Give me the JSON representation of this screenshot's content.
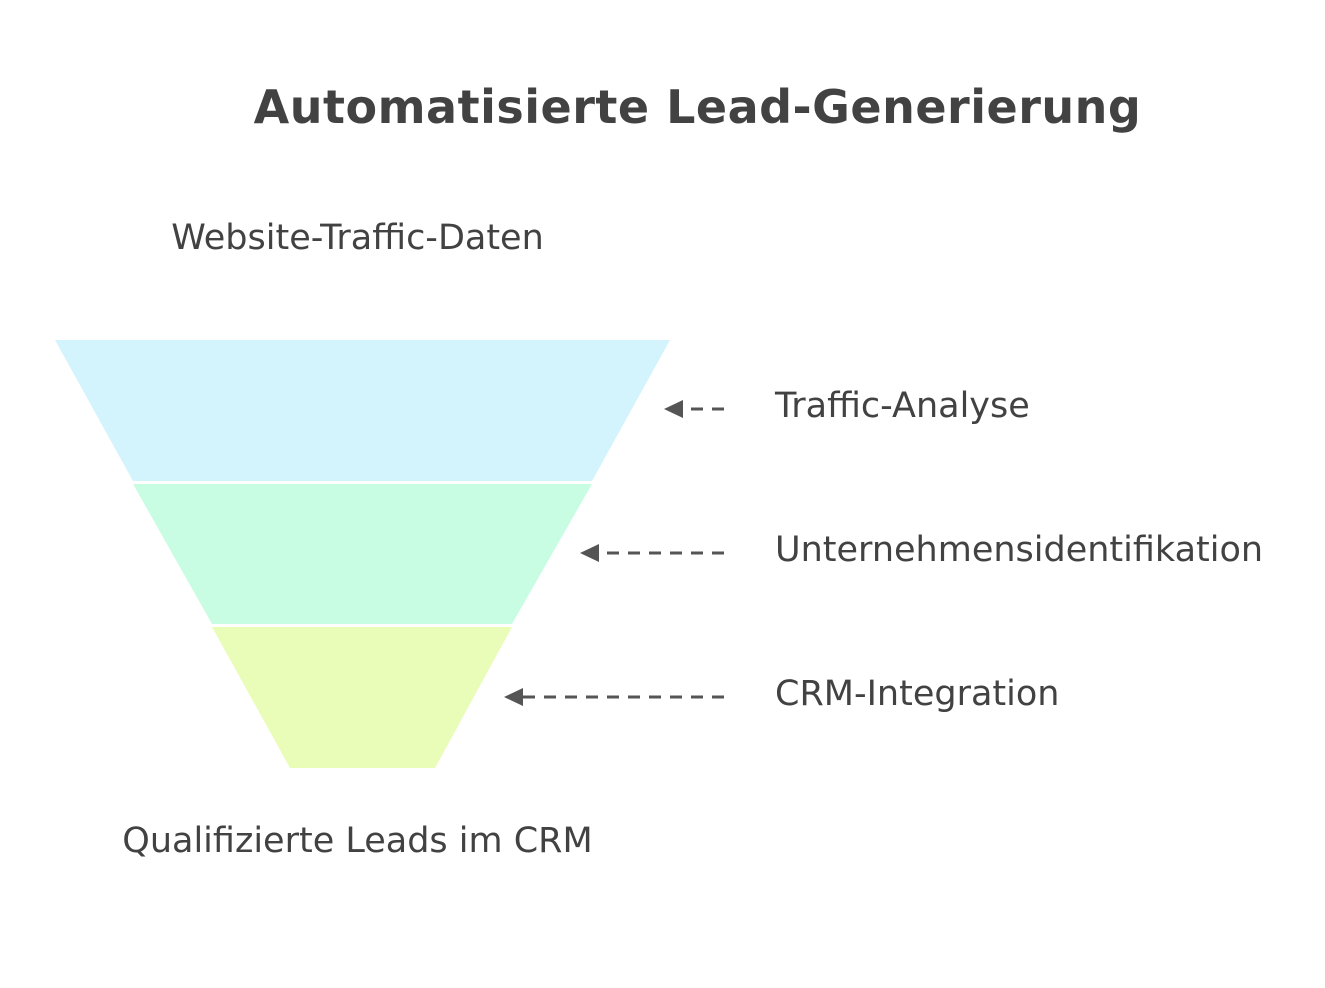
{
  "title": "Automatisierte Lead-Generierung",
  "input_label": "Website-Traffic-Daten",
  "output_label": "Qualifizierte Leads im CRM",
  "stages": [
    {
      "label": "Traffic-Analyse",
      "color": "#d3f3fd"
    },
    {
      "label": "Unternehmensidentifikation",
      "color": "#c9fde3"
    },
    {
      "label": "CRM-Integration",
      "color": "#e9fdb8"
    }
  ],
  "arrow_color": "#555555",
  "text_color": "#424242"
}
